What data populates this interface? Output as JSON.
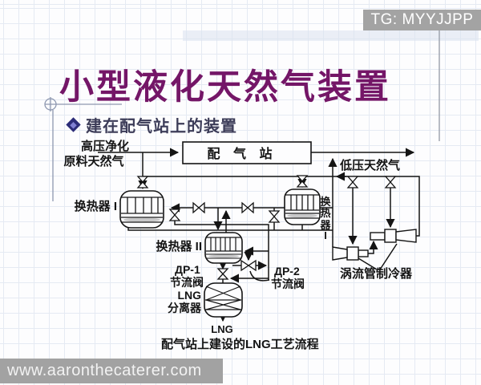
{
  "badges": {
    "top": "TG: MYYJJPP",
    "bottom": "www.aaronthecaterer.com"
  },
  "slide": {
    "title": "小型液化天然气装置",
    "bullet": "建在配气站上的装置",
    "caption": "配气站上建设的LNG工艺流程"
  },
  "diagram": {
    "labels": {
      "feed1": "高压净化",
      "feed2": "原料天然气",
      "station": "配 气 站",
      "lp": "低压天然气",
      "hx1": "换热器 I",
      "hx2": "换热器 II",
      "hx1r": [
        "换",
        "热",
        "器",
        "I"
      ],
      "dr1a": "ДР-1",
      "dr1b": "节流阀",
      "dr2a": "ДР-2",
      "dr2b": "节流阀",
      "sepa": "LNG",
      "sepb": "分离器",
      "vortex": "涡流管制冷器",
      "lng": "LNG"
    }
  },
  "colors": {
    "title": "#741667",
    "bullet_text": "#3c3c58",
    "bullet_diamond": "#2c2c78",
    "diagram_line": "#141414",
    "badge_bg": "#a3a3a3",
    "badge_text": "#ffffff",
    "footer_bg": "#a2a2a2",
    "grid": "#e5eaf3",
    "decor_line": "#8e98b0"
  }
}
